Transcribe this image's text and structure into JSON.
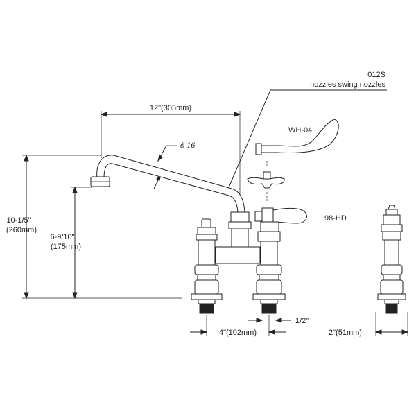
{
  "callouts": {
    "model": "012S",
    "nozzle_desc": "nozzles swing nozzles",
    "handle_wrist": "WH-04",
    "handle_lever": "98-HD"
  },
  "dimensions": {
    "spout_reach": "12\"(305mm)",
    "tube_diameter": "ϕ 16",
    "overall_height_in": "10-1/5\"",
    "overall_height_mm": "(260mm)",
    "spout_height_in": "6-9/10\"",
    "spout_height_mm": "(175mm)",
    "center_spacing": "4\"(102mm)",
    "inlet_thread": "1/2\"",
    "side_width": "2\"(51mm)"
  }
}
